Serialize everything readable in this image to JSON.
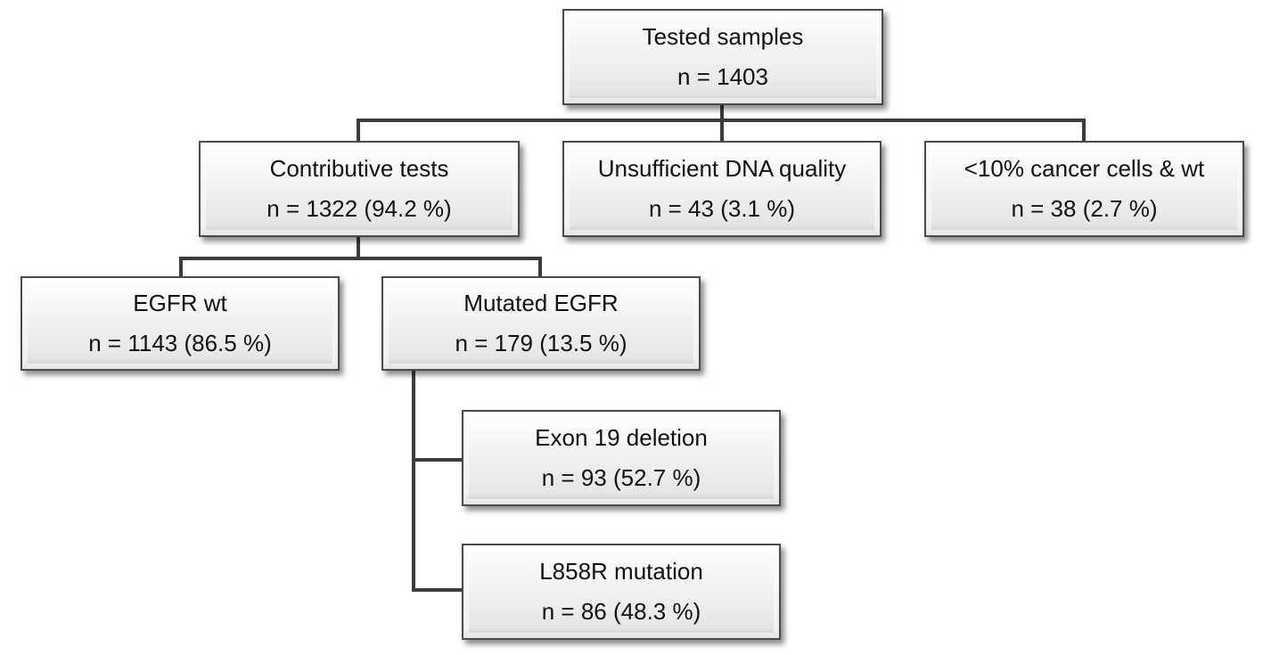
{
  "nodes": {
    "tested": {
      "title": "Tested samples",
      "count": "n = 1403"
    },
    "contributive": {
      "title": "Contributive tests",
      "count": "n = 1322 (94.2 %)"
    },
    "unsufficient_dna": {
      "title": "Unsufficient DNA quality",
      "count": "n = 43 (3.1 %)"
    },
    "low_cancer_cells": {
      "title": "<10% cancer cells & wt",
      "count": "n = 38 (2.7 %)"
    },
    "egfr_wt": {
      "title": "EGFR wt",
      "count": "n = 1143 (86.5 %)"
    },
    "mutated_egfr": {
      "title": "Mutated EGFR",
      "count": "n = 179 (13.5 %)"
    },
    "exon19": {
      "title": "Exon 19 deletion",
      "count": "n = 93 (52.7 %)"
    },
    "l858r": {
      "title": "L858R mutation",
      "count": "n = 86 (48.3 %)"
    }
  },
  "colors": {
    "connector": "#3c3c3c",
    "box_border": "#4a4a4a",
    "text": "#111111"
  }
}
